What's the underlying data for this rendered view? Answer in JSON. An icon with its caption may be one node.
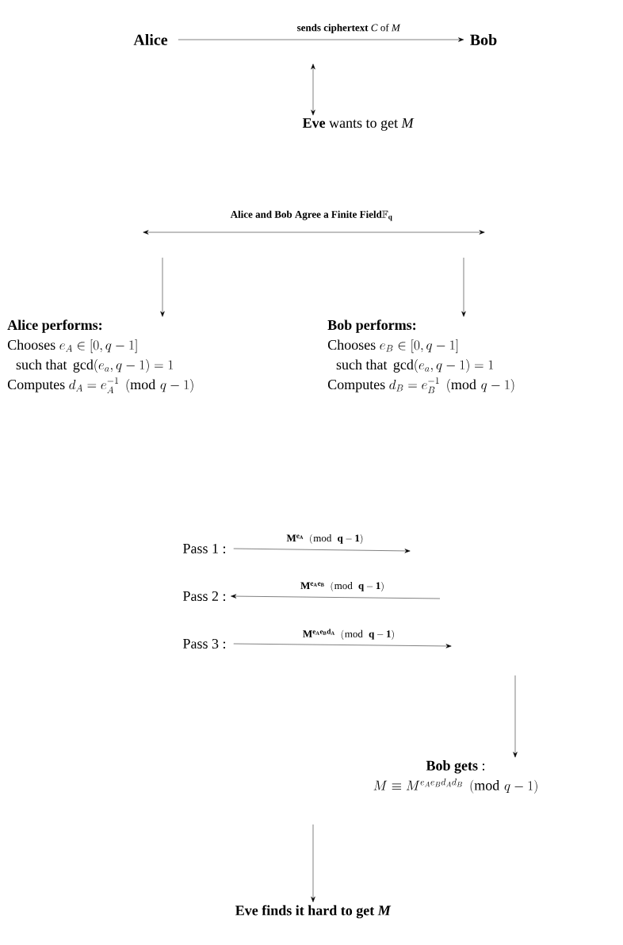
{
  "diagram": {
    "nodes": [
      {
        "text": [
          "Alice"
        ]
      },
      {
        "text": [
          "Bob"
        ]
      },
      {
        "text": [
          "**Eve** wants to get *M*"
        ]
      },
      {
        "text": [
          "Alice performs:",
          "\\text{Chooses } e_A \\in [0,q-1]",
          "\\text{such that } \\gcd(e_a,q-1)=1",
          "\\text{Computes } d_A = e_A^{-1} \\pmod{q-1}"
        ]
      },
      {
        "text": [
          "Bob performs:",
          "\\text{Chooses } e_B \\in [0,q-1]",
          "\\text{such that } \\gcd(e_a,q-1)=1",
          "\\text{Computes } d_B = e_B^{-1} \\pmod{q-1}"
        ]
      },
      {
        "text": [
          "Pass 1 :"
        ]
      },
      {
        "text": [
          "Pass 2 :"
        ]
      },
      {
        "text": [
          "Pass 3 :"
        ]
      },
      {
        "text": [
          "**Bob gets** :",
          "M \\equiv M^{e_Ae_Bd_Ad_B} \\pmod{q-1}"
        ]
      },
      {
        "text": [
          "Eve finds it hard to get *M*"
        ]
      }
    ],
    "edges": [
      {
        "from": 0,
        "to": 1,
        "arrow": "to",
        "label": "**sends ciphertext** *C* of *M*"
      },
      {
        "from": null,
        "to": 2,
        "arrow": "both"
      },
      {
        "from": null,
        "to": 3,
        "arrow": "to"
      },
      {
        "from": null,
        "to": 4,
        "arrow": "to"
      },
      {
        "from": 5,
        "to": null,
        "arrow": "to",
        "label": "\\mathbf{M^{e_A}}\\ \\ (\\bmod\\ \\ \\mathbf{q-1})"
      },
      {
        "from": null,
        "to": 6,
        "arrow": "to",
        "label": "\\mathbf{M^{e_Ae_B}}\\ \\ (\\bmod\\ \\ \\mathbf{q-1})"
      },
      {
        "from": 7,
        "to": null,
        "arrow": "to",
        "label": "\\mathbf{M^{e_Ae_Bd_A}}\\ \\ (\\bmod\\ \\ \\mathbf{q-1})"
      },
      {
        "from": null,
        "to": 8,
        "arrow": "to"
      },
      {
        "from": null,
        "to": 9,
        "arrow": "to"
      }
    ],
    "labels": [
      "\\textbf{Alice and Bob Agree a Finite Field}\\mathbb{F}_{\\mathbf{q}}"
    ]
  }
}
